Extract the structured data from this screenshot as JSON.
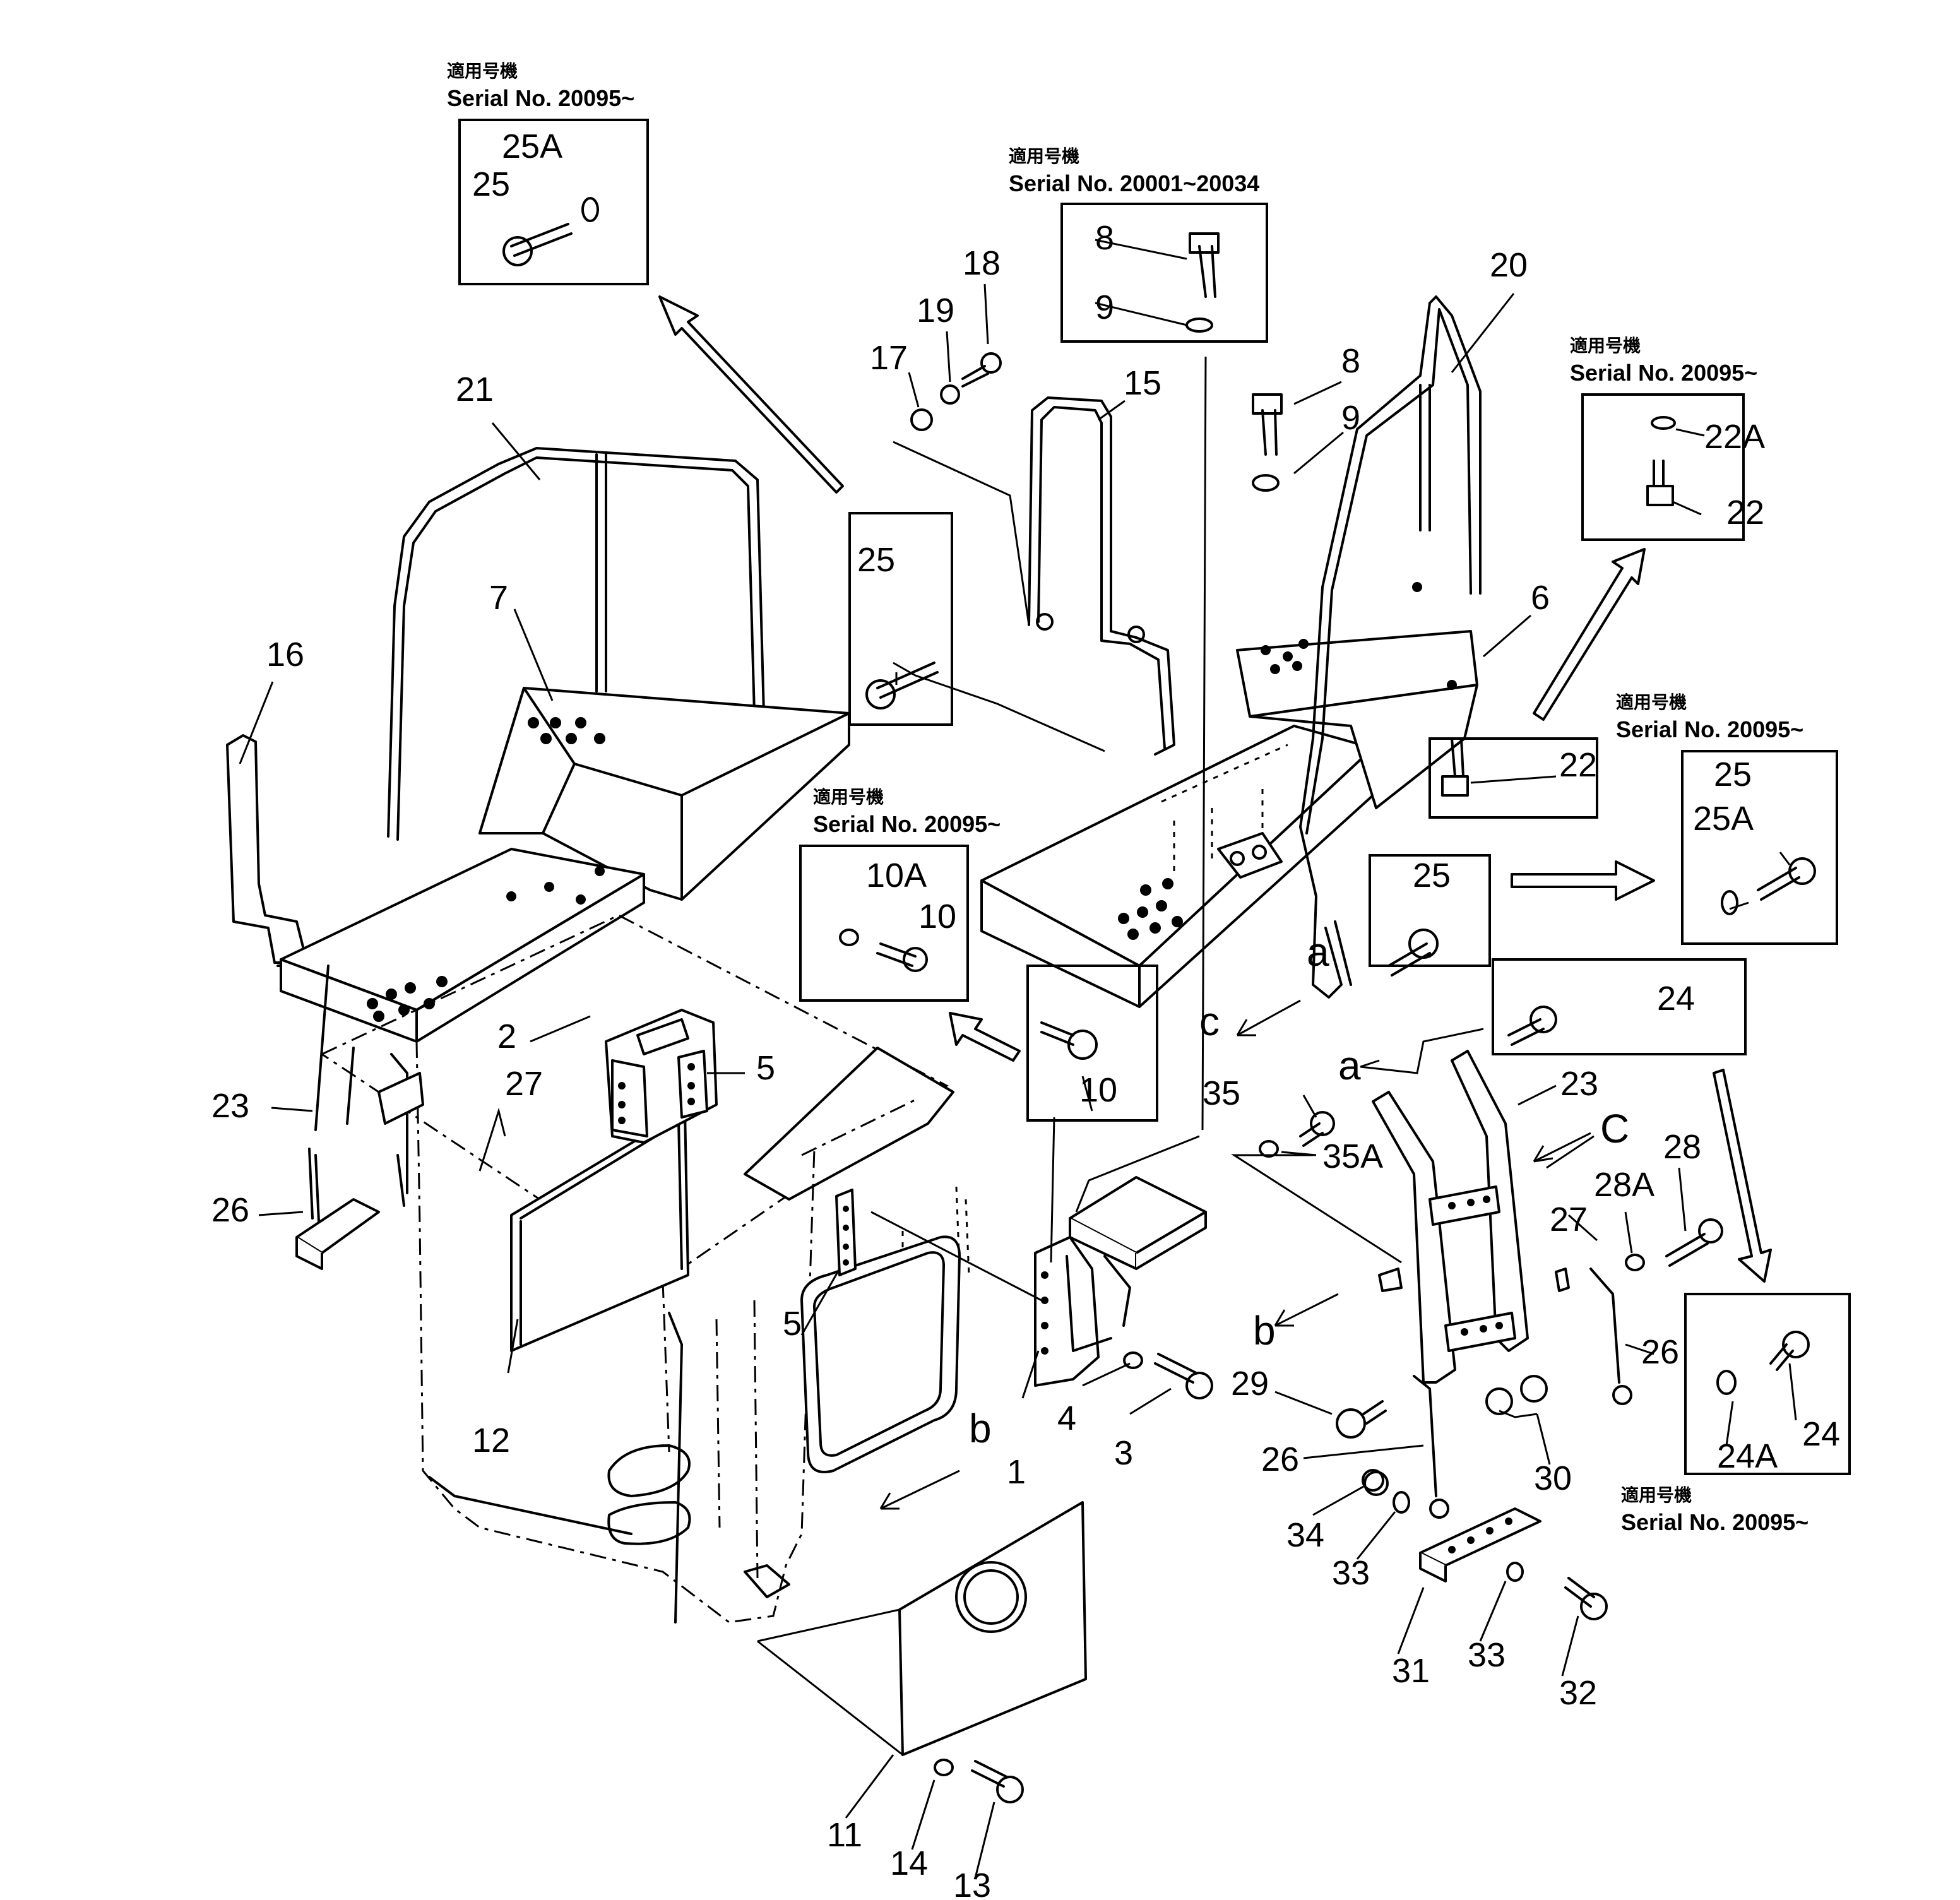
{
  "serial_notes": {
    "jp": "適用号機",
    "a": "Serial No. 20095~",
    "b": "Serial No. 20001~20034",
    "c": "Serial No. 20095~",
    "d": "Serial No. 20095~",
    "e": "Serial No. 20095~",
    "f": "Serial No. 20095~"
  },
  "callouts": {
    "p1": "1",
    "p2": "2",
    "p3": "3",
    "p4": "4",
    "p5a": "5",
    "p5b": "5",
    "p6": "6",
    "p7": "7",
    "p8a": "8",
    "p8b": "8",
    "p9a": "9",
    "p9b": "9",
    "p10a": "10",
    "p10b": "10",
    "p10A": "10A",
    "p11": "11",
    "p12": "12",
    "p13": "13",
    "p14": "14",
    "p15": "15",
    "p16": "16",
    "p17": "17",
    "p18": "18",
    "p19": "19",
    "p20": "20",
    "p21": "21",
    "p22a": "22",
    "p22b": "22",
    "p22A": "22A",
    "p23a": "23",
    "p23b": "23",
    "p24a": "24",
    "p24b": "24",
    "p24A": "24A",
    "p25a": "25",
    "p25b": "25",
    "p25c": "25",
    "p25d": "25",
    "p25Aa": "25A",
    "p25Ab": "25A",
    "p26a": "26",
    "p26b": "26",
    "p26c": "26",
    "p27a": "27",
    "p27b": "27",
    "p28": "28",
    "p28A": "28A",
    "p29": "29",
    "p30": "30",
    "p31": "31",
    "p32": "32",
    "p33a": "33",
    "p33b": "33",
    "p34": "34",
    "p35": "35",
    "p35A": "35A"
  },
  "letters": {
    "a1": "a",
    "a2": "a",
    "b1": "b",
    "b2": "b",
    "c1": "c",
    "c2": "C"
  }
}
